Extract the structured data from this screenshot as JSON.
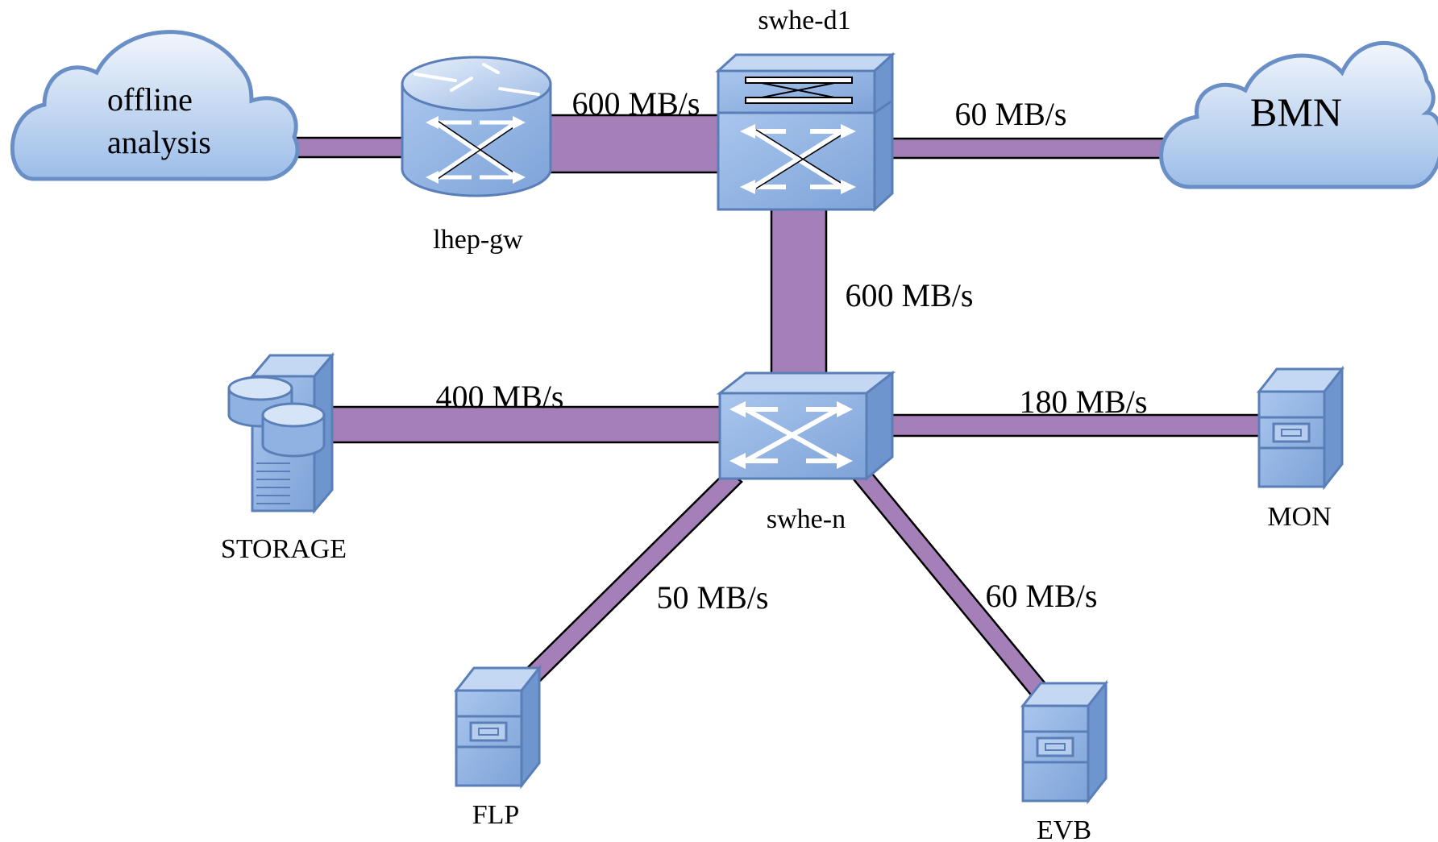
{
  "colors": {
    "link_fill": "#a47fb8",
    "link_outline": "#000000",
    "device_face": "#9dbde8",
    "device_dark": "#7097cf",
    "device_stroke": "#5a7fb8",
    "cloud_fill_top": "#eaf1fb",
    "cloud_fill_bottom": "#9ebfe9",
    "cloud_stroke": "#6a8fc7"
  },
  "nodes": {
    "offline_analysis": {
      "label_line1": "offline",
      "label_line2": "analysis",
      "icon": "cloud-icon"
    },
    "bmn": {
      "label": "BMN",
      "icon": "cloud-icon"
    },
    "lhep_gw": {
      "label": "lhep-gw",
      "icon": "router-icon"
    },
    "swhe_d1": {
      "label": "swhe-d1",
      "icon": "layer3-switch-icon"
    },
    "swhe_n": {
      "label": "swhe-n",
      "icon": "switch-icon"
    },
    "storage": {
      "label": "STORAGE",
      "icon": "storage-server-icon"
    },
    "mon": {
      "label": "MON",
      "icon": "server-icon"
    },
    "flp": {
      "label": "FLP",
      "icon": "server-icon"
    },
    "evb": {
      "label": "EVB",
      "icon": "server-icon"
    }
  },
  "links": {
    "offline_gw": {
      "from": "offline analysis",
      "to": "lhep-gw",
      "label": ""
    },
    "gw_d1": {
      "from": "lhep-gw",
      "to": "swhe-d1",
      "label": "600 MB/s"
    },
    "d1_bmn": {
      "from": "swhe-d1",
      "to": "BMN",
      "label": "60 MB/s"
    },
    "d1_n": {
      "from": "swhe-d1",
      "to": "swhe-n",
      "label": "600 MB/s"
    },
    "storage_n": {
      "from": "STORAGE",
      "to": "swhe-n",
      "label": "400 MB/s"
    },
    "n_mon": {
      "from": "swhe-n",
      "to": "MON",
      "label": "180 MB/s"
    },
    "n_flp": {
      "from": "swhe-n",
      "to": "FLP",
      "label": "50 MB/s"
    },
    "n_evb": {
      "from": "swhe-n",
      "to": "EVB",
      "label": "60 MB/s"
    }
  }
}
